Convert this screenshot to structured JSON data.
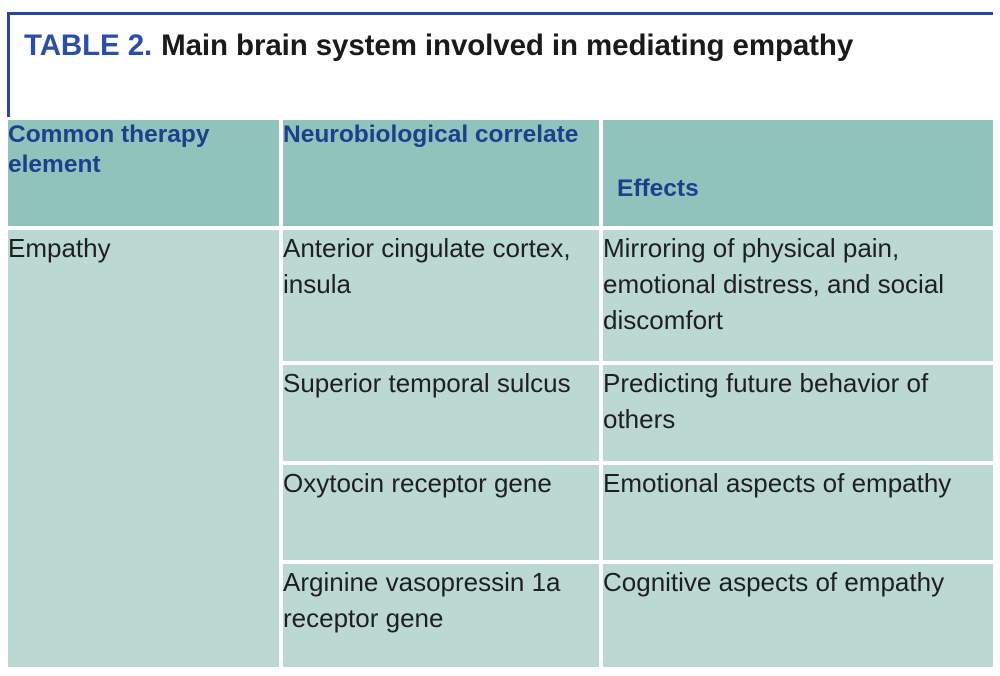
{
  "title": {
    "label": "TABLE 2.",
    "text": "Main brain system involved in mediating empathy",
    "label_color": "#2b4fa8",
    "text_color": "#1a1a1a",
    "border_color": "#2b46a0"
  },
  "colors": {
    "header_background": "#8fc3bb",
    "header_text": "#1f3e8c",
    "body_background": "#bcd8d2",
    "body_text": "#1f1f1f",
    "grid_line": "#ffffff",
    "page_background": "#ffffff"
  },
  "table": {
    "columns": [
      {
        "header": "Common therapy element"
      },
      {
        "header": "Neurobiological correlate"
      },
      {
        "header": "Effects"
      }
    ],
    "merged_first_column_value": "Empathy",
    "rows": [
      {
        "therapy_element": "Empathy",
        "correlate": "Anterior cingulate cortex, insula",
        "effects": "Mirroring of physical pain, emotional distress, and social discomfort"
      },
      {
        "therapy_element": "",
        "correlate": "Superior temporal sulcus",
        "effects": "Predicting future behavior of others"
      },
      {
        "therapy_element": "",
        "correlate": "Oxytocin receptor gene",
        "effects": "Emotional aspects of empathy"
      },
      {
        "therapy_element": "",
        "correlate": "Arginine vasopressin 1a receptor gene",
        "effects": "Cognitive aspects of empathy"
      }
    ]
  }
}
